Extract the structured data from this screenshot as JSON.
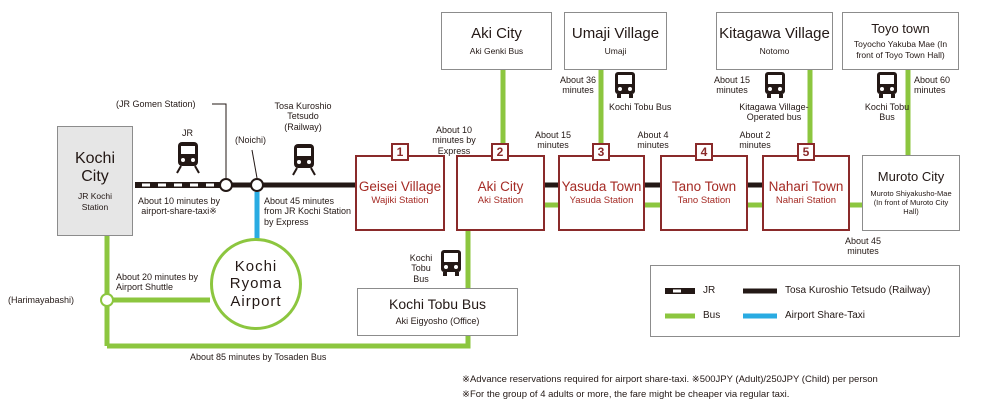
{
  "colors": {
    "jr": "#231815",
    "railway": "#231815",
    "bus": "#8cc63f",
    "taxi": "#29abe2",
    "town_border": "#8a2a2a",
    "town_text": "#a52b25"
  },
  "icons": [
    "train-icon",
    "bus-icon"
  ],
  "kochi_city": {
    "name": "Kochi City",
    "sub": "JR Kochi Station"
  },
  "airport": {
    "name": "Kochi Ryoma Airport"
  },
  "stops": {
    "jr_gomen": "(JR Gomen Station)",
    "noichi": "(Noichi)",
    "harimayabashi": "(Harimayabashi)"
  },
  "labels": {
    "jr": "JR",
    "tosa_railway": "Tosa Kuroshio Tetsudo (Railway)",
    "about_10_taxi": "About 10 minutes by airport-share-taxi※",
    "about_45_express": "About 45 minutes from JR Kochi Station by Express",
    "about_20_shuttle": "About 20 minutes by Airport Shuttle",
    "about_85_bus": "About 85 minutes by Tosaden Bus",
    "about_10_express": "About 10 minutes by Express",
    "about_15": "About 15 minutes",
    "about_4": "About 4 minutes",
    "about_2": "About 2 minutes",
    "about_36": "About 36 minutes",
    "about_15b": "About 15 minutes",
    "about_60": "About 60 minutes",
    "about_45": "About 45 minutes",
    "kochi_tobu_bus": "Kochi Tobu Bus",
    "kitagawa_bus": "Kitagawa Village-Operated bus",
    "kochi_tobu_bus_2": "Kochi Tobu Bus",
    "kochi_tobu_bus_3": "Kochi Tobu Bus"
  },
  "towns": [
    {
      "num": "1",
      "name": "Geisei Village",
      "station": "Wajiki Station"
    },
    {
      "num": "2",
      "name": "Aki City",
      "station": "Aki Station"
    },
    {
      "num": "3",
      "name": "Yasuda Town",
      "station": "Yasuda Station"
    },
    {
      "num": "4",
      "name": "Tano Town",
      "station": "Tano Station"
    },
    {
      "num": "5",
      "name": "Nahari Town",
      "station": "Nahari Station"
    }
  ],
  "destinations": {
    "aki_city": {
      "name": "Aki City",
      "sub": "Aki Genki Bus"
    },
    "umaji": {
      "name": "Umaji Village",
      "sub": "Umaji"
    },
    "kitagawa": {
      "name": "Kitagawa Village",
      "sub": "Notomo"
    },
    "toyo": {
      "name": "Toyo town",
      "sub": "Toyocho Yakuba Mae (In front of Toyo Town Hall)"
    },
    "muroto": {
      "name": "Muroto City",
      "sub": "Muroto Shiyakusho-Mae (In front of Muroto City Hall)"
    },
    "kochi_tobu": {
      "name": "Kochi Tobu Bus",
      "sub": "Aki Eigyosho (Office)"
    }
  },
  "legend": {
    "jr": "JR",
    "railway": "Tosa Kuroshio Tetsudo (Railway)",
    "bus": "Bus",
    "taxi": "Airport Share-Taxi"
  },
  "notes": [
    "※Advance reservations required for airport share-taxi. ※500JPY (Adult)/250JPY (Child) per person",
    "※For the group of 4 adults or more, the fare might be cheaper via regular taxi."
  ]
}
